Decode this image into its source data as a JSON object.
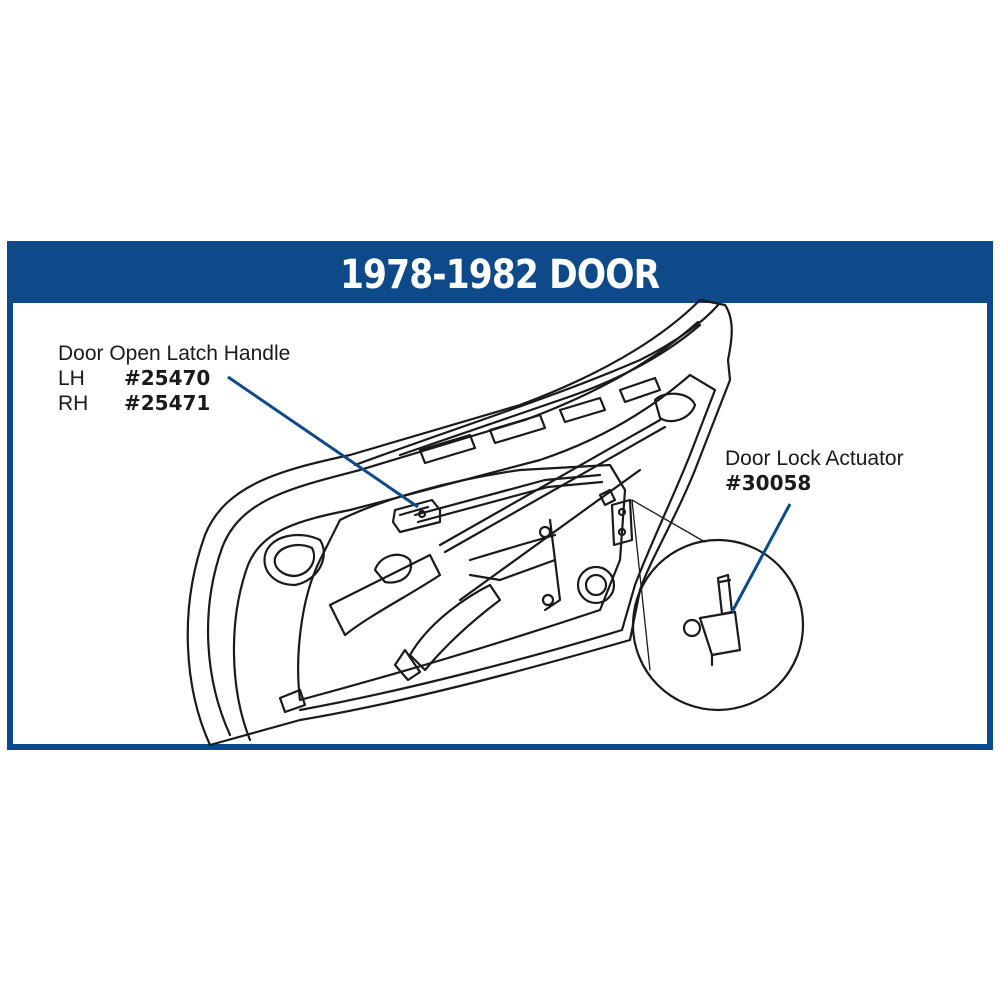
{
  "title": "1978-1982 DOOR",
  "colors": {
    "frame": "#0e4a8a",
    "line": "#1a1a1a",
    "callout": "#0e4a8a"
  },
  "callouts": {
    "latch_handle": {
      "name": "Door Open Latch Handle",
      "lh_label": "LH",
      "lh_part": "#25470",
      "rh_label": "RH",
      "rh_part": "#25471"
    },
    "lock_actuator": {
      "name": "Door Lock Actuator",
      "part": "#30058"
    }
  }
}
